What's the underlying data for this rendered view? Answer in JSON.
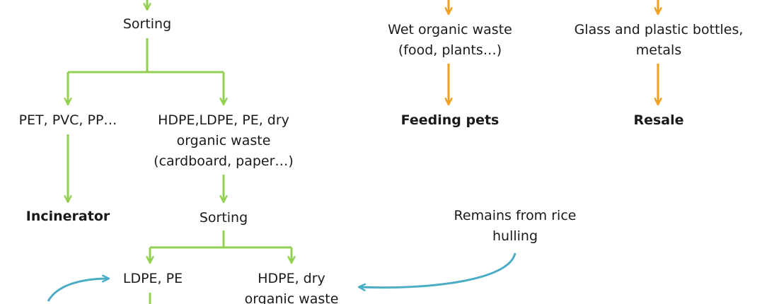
{
  "nodes": {
    "sorting_1": {
      "lines": [
        "Sorting"
      ]
    },
    "wet_organic": {
      "lines": [
        "Wet organic waste",
        "(food, plants…)"
      ]
    },
    "glass_plastic": {
      "lines": [
        "Glass and plastic bottles,",
        "metals"
      ]
    },
    "pet_pvc": {
      "lines": [
        "PET, PVC, PP…"
      ]
    },
    "hdpe_ldpe": {
      "lines": [
        "HDPE,LDPE, PE, dry",
        "organic waste",
        "(cardboard, paper…)"
      ]
    },
    "feeding_pets": {
      "lines": [
        "Feeding pets"
      ]
    },
    "resale": {
      "lines": [
        "Resale"
      ]
    },
    "incinerator": {
      "lines": [
        "Incinerator"
      ]
    },
    "sorting_2": {
      "lines": [
        "Sorting"
      ]
    },
    "rice_hulling": {
      "lines": [
        "Remains from rice",
        "hulling"
      ]
    },
    "ldpe_pe": {
      "lines": [
        "LDPE, PE"
      ]
    },
    "hdpe_dry": {
      "lines": [
        "HDPE, dry",
        "organic waste"
      ]
    }
  },
  "colors": {
    "green": "#92D050",
    "orange": "#F0A020",
    "teal": "#4BACC6",
    "text": "#1a1a1a"
  }
}
